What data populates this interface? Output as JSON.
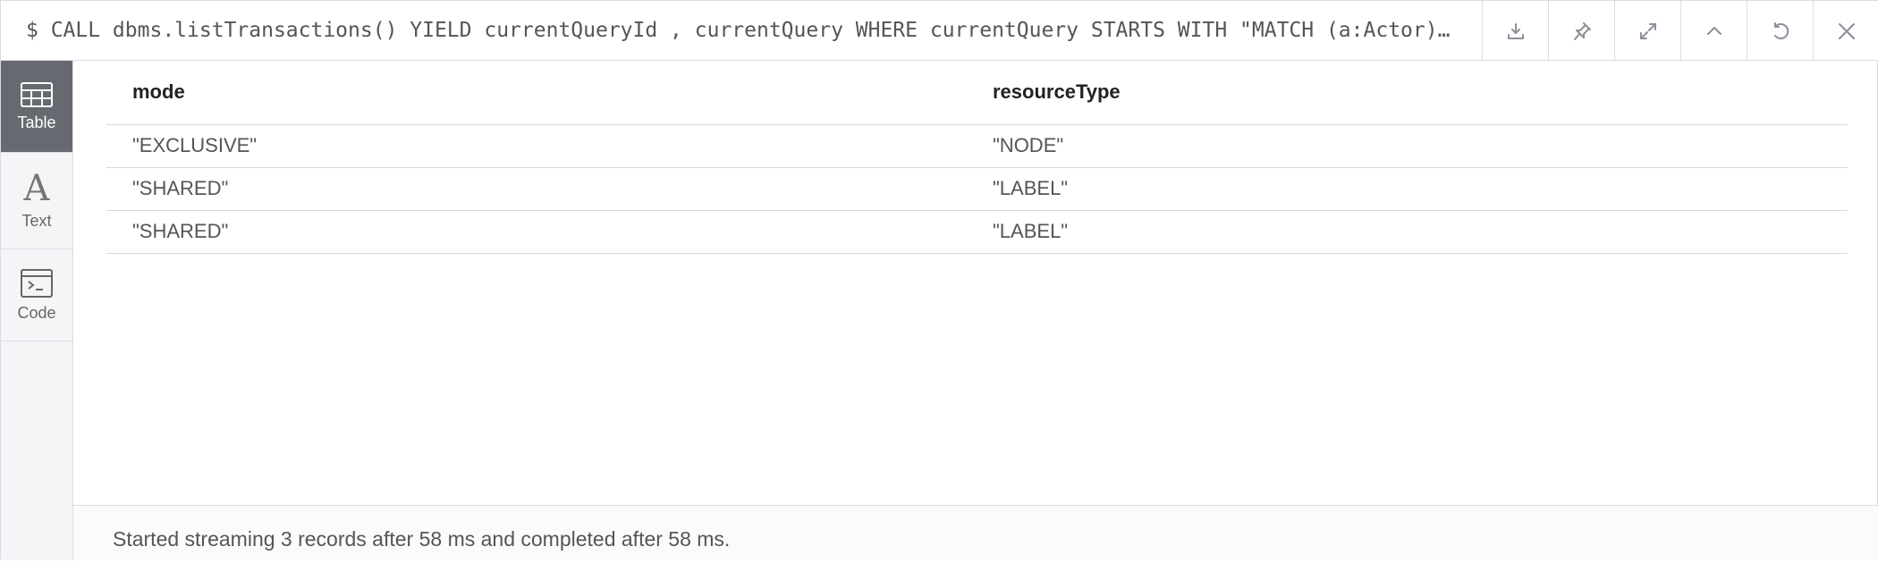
{
  "header": {
    "query": "$ CALL dbms.listTransactions() YIELD currentQueryId , currentQuery WHERE currentQuery STARTS WITH \"MATCH (a:Actor)…",
    "actions": [
      {
        "name": "download-icon"
      },
      {
        "name": "pin-icon"
      },
      {
        "name": "expand-icon"
      },
      {
        "name": "collapse-up-icon"
      },
      {
        "name": "rerun-icon"
      },
      {
        "name": "close-icon"
      }
    ]
  },
  "sidebar": {
    "items": [
      {
        "label": "Table",
        "icon": "table-icon",
        "active": true
      },
      {
        "label": "Text",
        "icon": "text-icon",
        "active": false
      },
      {
        "label": "Code",
        "icon": "code-icon",
        "active": false
      }
    ]
  },
  "table": {
    "columns": [
      "mode",
      "resourceType"
    ],
    "rows": [
      [
        "\"EXCLUSIVE\"",
        "\"NODE\""
      ],
      [
        "\"SHARED\"",
        "\"LABEL\""
      ],
      [
        "\"SHARED\"",
        "\"LABEL\""
      ]
    ]
  },
  "footer": {
    "status": "Started streaming 3 records after 58 ms and completed after 58 ms."
  }
}
